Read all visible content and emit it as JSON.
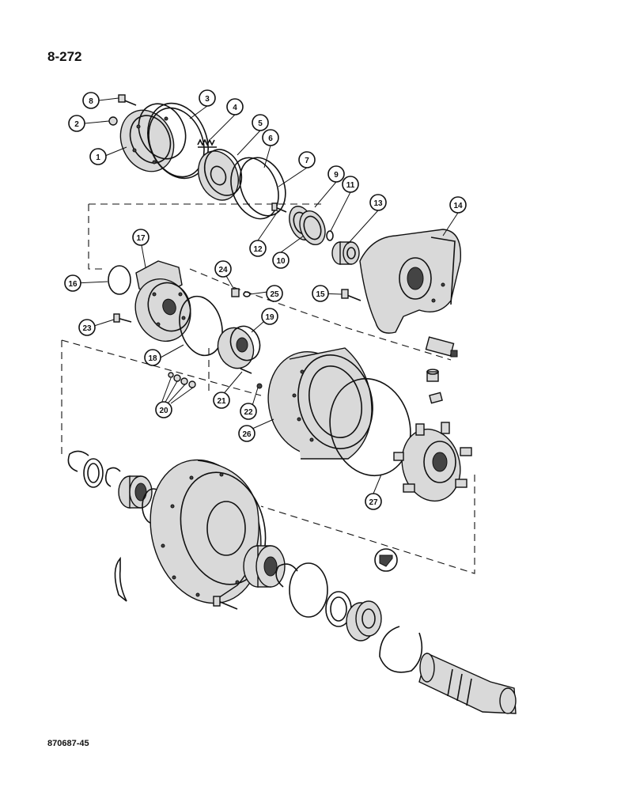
{
  "page_number": "8-272",
  "figure_code": "870687-45",
  "callouts": [
    "1",
    "2",
    "3",
    "4",
    "5",
    "6",
    "7",
    "8",
    "9",
    "10",
    "11",
    "12",
    "13",
    "14",
    "15",
    "16",
    "17",
    "18",
    "19",
    "20",
    "21",
    "22",
    "23",
    "24",
    "25",
    "26",
    "27"
  ],
  "line_color": "#111111",
  "paper_color": "#ffffff"
}
